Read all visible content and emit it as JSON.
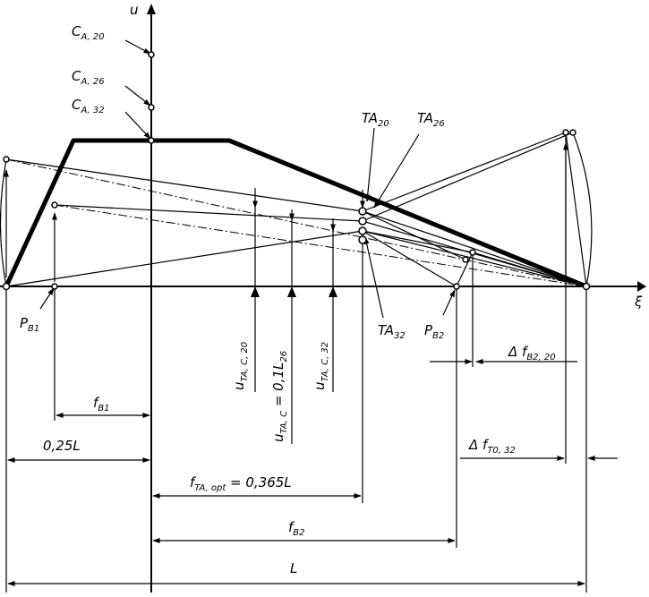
{
  "axes": {
    "x_label": "ξ",
    "y_label": "u"
  },
  "labels": {
    "ca20": "C",
    "ca20_sub": "A, 20",
    "ca26": "C",
    "ca26_sub": "A, 26",
    "ca32": "C",
    "ca32_sub": "A, 32",
    "ta20": "TA",
    "ta20_sub": "20",
    "ta26": "TA",
    "ta26_sub": "26",
    "ta32": "TA",
    "ta32_sub": "32",
    "pb1": "P",
    "pb1_sub": "B1",
    "pb2": "P",
    "pb2_sub": "B2",
    "uta20": "u",
    "uta20_sub": "TA, C, 20",
    "utac": "u",
    "utac_sub": "TA, C",
    "utac_eq": " = 0,1L",
    "utac_eq_sub": "26",
    "uta32": "u",
    "uta32_sub": "TA, C, 32",
    "dfb2": "Δ f",
    "dfb2_sub": "B2, 20",
    "dft0": "Δ f",
    "dft0_sub": "T0, 32"
  },
  "dimensions": {
    "fb1": "f",
    "fb1_sub": "B1",
    "l25": "0,25L",
    "fta": "f",
    "fta_sub": "TA, opt",
    "fta_eq": " = 0,365L",
    "fb2": "f",
    "fb2_sub": "B2",
    "l": "L"
  }
}
